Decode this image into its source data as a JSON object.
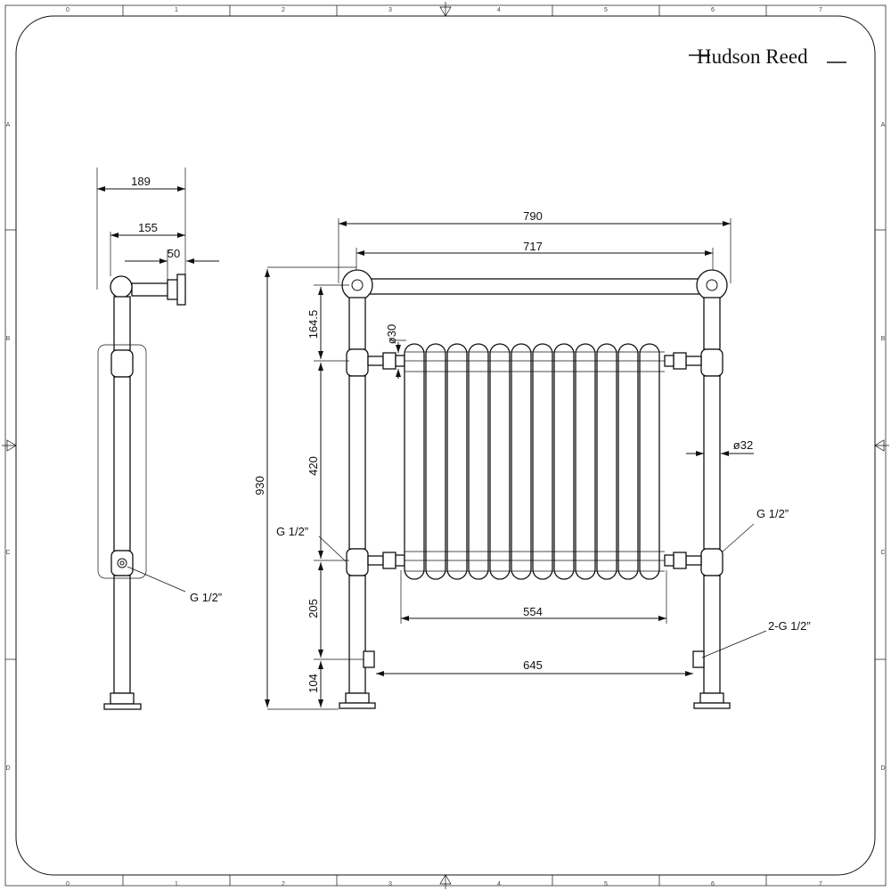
{
  "brand": "Hudson Reed",
  "zones": {
    "columns": [
      "0",
      "1",
      "2",
      "3",
      "4",
      "5",
      "6",
      "7"
    ],
    "rows": [
      "A",
      "B",
      "C",
      "D"
    ]
  },
  "dimensions": {
    "side_depth_total": "189",
    "side_depth_mid": "155",
    "side_bracket": "50",
    "overall_width": "790",
    "rail_width": "717",
    "overall_height": "930",
    "top_to_radiator": "164.5",
    "radiator_height": "420",
    "radiator_to_valve": "205",
    "valve_to_floor": "104",
    "radiator_width": "554",
    "valve_centres": "645",
    "column_diameter": "ø30",
    "leg_diameter": "ø32"
  },
  "callouts": {
    "side_inlet": "G 1/2”",
    "front_left_inlet": "G 1/2”",
    "front_right_inlet": "G 1/2”",
    "bottom_valves": "2-G 1/2”"
  }
}
